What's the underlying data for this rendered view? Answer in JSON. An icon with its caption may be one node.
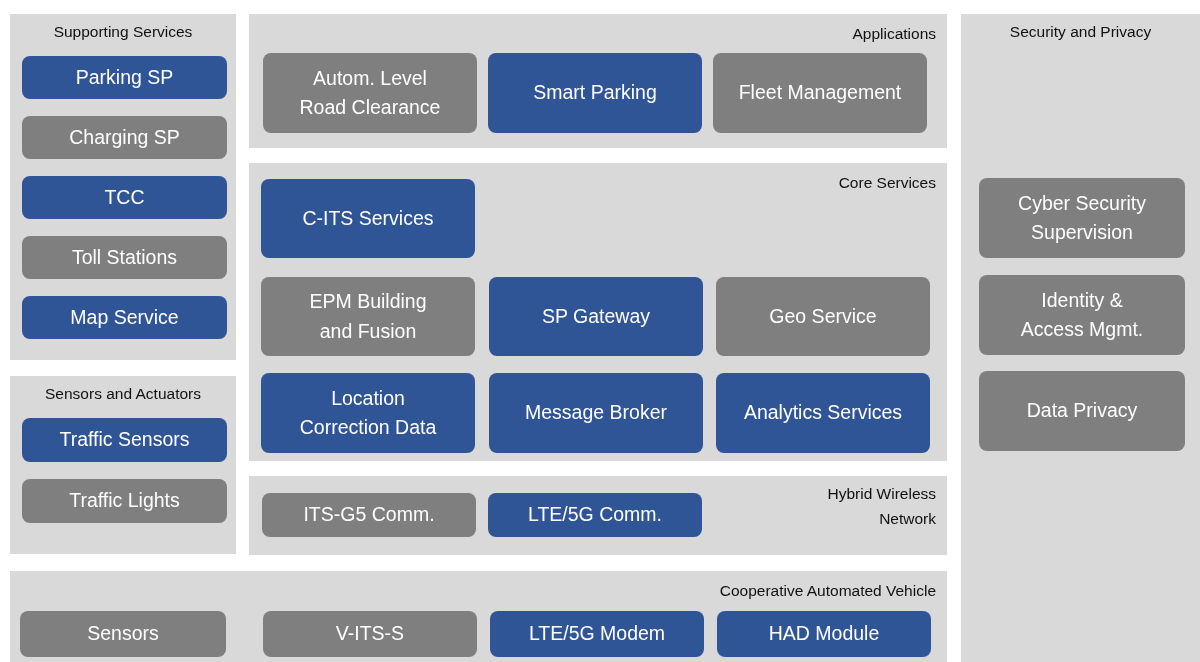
{
  "diagram": {
    "nodes": [
      {
        "text": [
          "Supporting Services"
        ]
      },
      {
        "text": [
          "Parking SP"
        ],
        "in": 0
      },
      {
        "text": [
          "Charging SP"
        ],
        "in": 0
      },
      {
        "text": [
          "TCC"
        ],
        "in": 0
      },
      {
        "text": [
          "Toll Stations"
        ],
        "in": 0
      },
      {
        "text": [
          "Map Service"
        ],
        "in": 0
      },
      {
        "text": [
          "Sensors and Actuators"
        ]
      },
      {
        "text": [
          "Traffic Sensors"
        ],
        "in": 6
      },
      {
        "text": [
          "Traffic Lights"
        ],
        "in": 6
      },
      {
        "text": [
          "Applications"
        ]
      },
      {
        "text": [
          "Autom. Level Road Clearance"
        ],
        "in": 9
      },
      {
        "text": [
          "Smart Parking"
        ],
        "in": 9
      },
      {
        "text": [
          "Fleet Management"
        ],
        "in": 9
      },
      {
        "text": [
          "Core Services"
        ]
      },
      {
        "text": [
          "C-ITS Services"
        ],
        "in": 13
      },
      {
        "text": [
          "EPM Building and Fusion"
        ],
        "in": 13
      },
      {
        "text": [
          "SP Gateway"
        ],
        "in": 13
      },
      {
        "text": [
          "Geo Service"
        ],
        "in": 13
      },
      {
        "text": [
          "Location Correction Data"
        ],
        "in": 13
      },
      {
        "text": [
          "Message Broker"
        ],
        "in": 13
      },
      {
        "text": [
          "Analytics Services"
        ],
        "in": 13
      },
      {
        "text": [
          "Hybrid Wireless Network"
        ]
      },
      {
        "text": [
          "ITS-G5 Comm."
        ],
        "in": 21
      },
      {
        "text": [
          "LTE/5G Comm."
        ],
        "in": 21
      },
      {
        "text": [
          "Cooperative Automated Vehicle"
        ]
      },
      {
        "text": [
          "Sensors"
        ],
        "in": 24
      },
      {
        "text": [
          "V-ITS-S"
        ],
        "in": 24
      },
      {
        "text": [
          "LTE/5G Modem"
        ],
        "in": 24
      },
      {
        "text": [
          "HAD Module"
        ],
        "in": 24
      },
      {
        "text": [
          "Security and Privacy"
        ]
      },
      {
        "text": [
          "Cyber Security Supervision"
        ],
        "in": 29
      },
      {
        "text": [
          "Identity & Access Mgmt."
        ],
        "in": 29
      },
      {
        "text": [
          "Data Privacy"
        ],
        "in": 29
      }
    ],
    "edges": []
  }
}
